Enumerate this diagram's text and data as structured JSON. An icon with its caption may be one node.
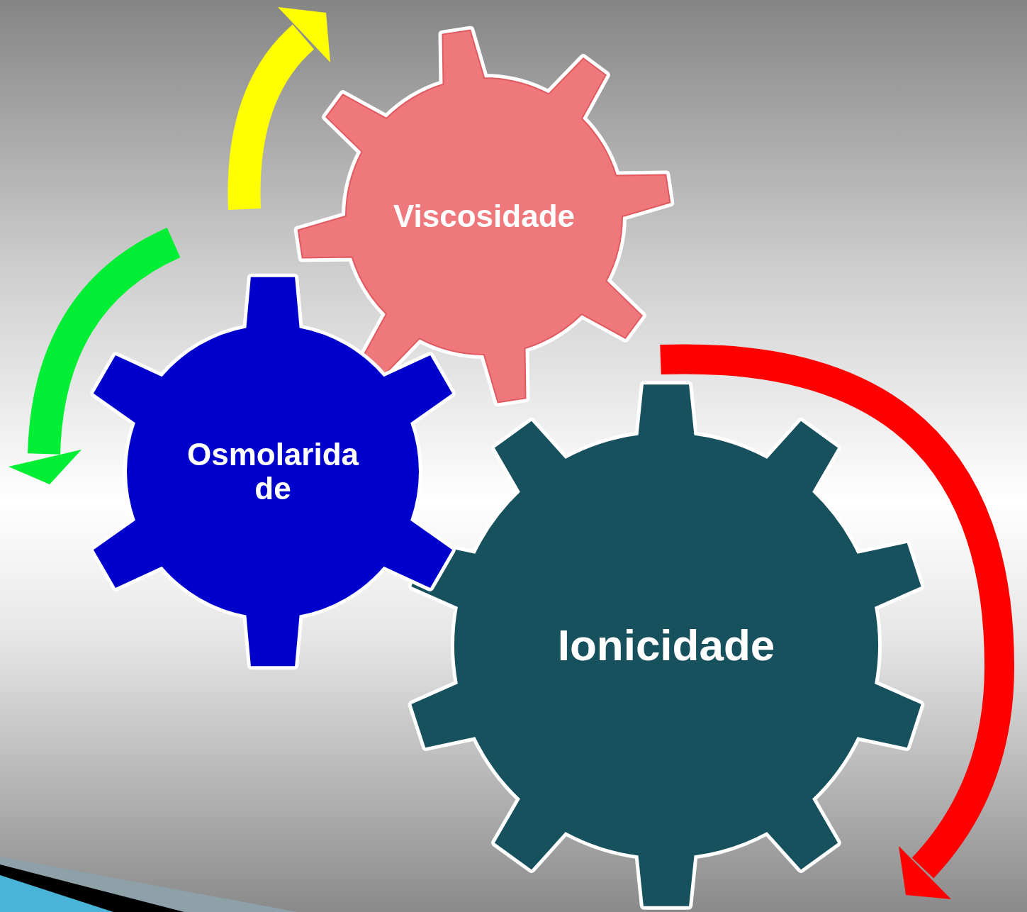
{
  "diagram": {
    "nodes": [
      {
        "text": [
          "Viscosidade"
        ]
      },
      {
        "text": [
          "Osmolarida de"
        ]
      },
      {
        "text": [
          "Ionicidade"
        ]
      }
    ],
    "edges": []
  }
}
